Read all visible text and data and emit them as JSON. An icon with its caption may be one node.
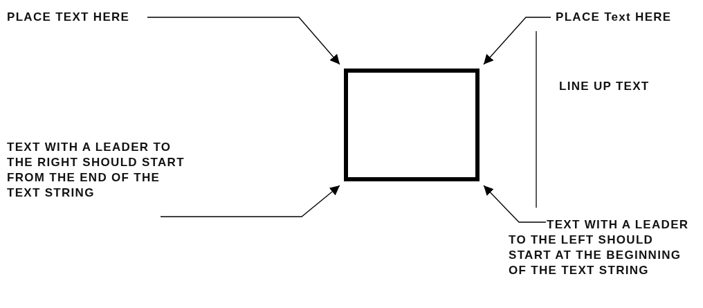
{
  "diagram": {
    "nodes": [
      {
        "text": [
          "PLACE TEXT HERE"
        ]
      },
      {
        "text": [
          "PLACE Text HERE"
        ]
      },
      {
        "text": [],
        "shape": "box"
      },
      {
        "text": [
          "TEXT WITH A LEADER TO THE RIGHT SHOULD START FROM THE END OF THE TEXT STRING"
        ]
      },
      {
        "text": [
          "TEXT WITH A LEADER TO THE LEFT SHOULD START AT THE BEGINNING OF THE TEXT STRING"
        ]
      }
    ],
    "edges": [
      {
        "from": 0,
        "to": 2,
        "arrow": "to"
      },
      {
        "from": 1,
        "to": 2,
        "arrow": "to"
      },
      {
        "from": 3,
        "to": 2,
        "arrow": "to"
      },
      {
        "from": 4,
        "to": 2,
        "arrow": "to"
      }
    ],
    "labels": [
      "LINE UP TEXT"
    ]
  }
}
